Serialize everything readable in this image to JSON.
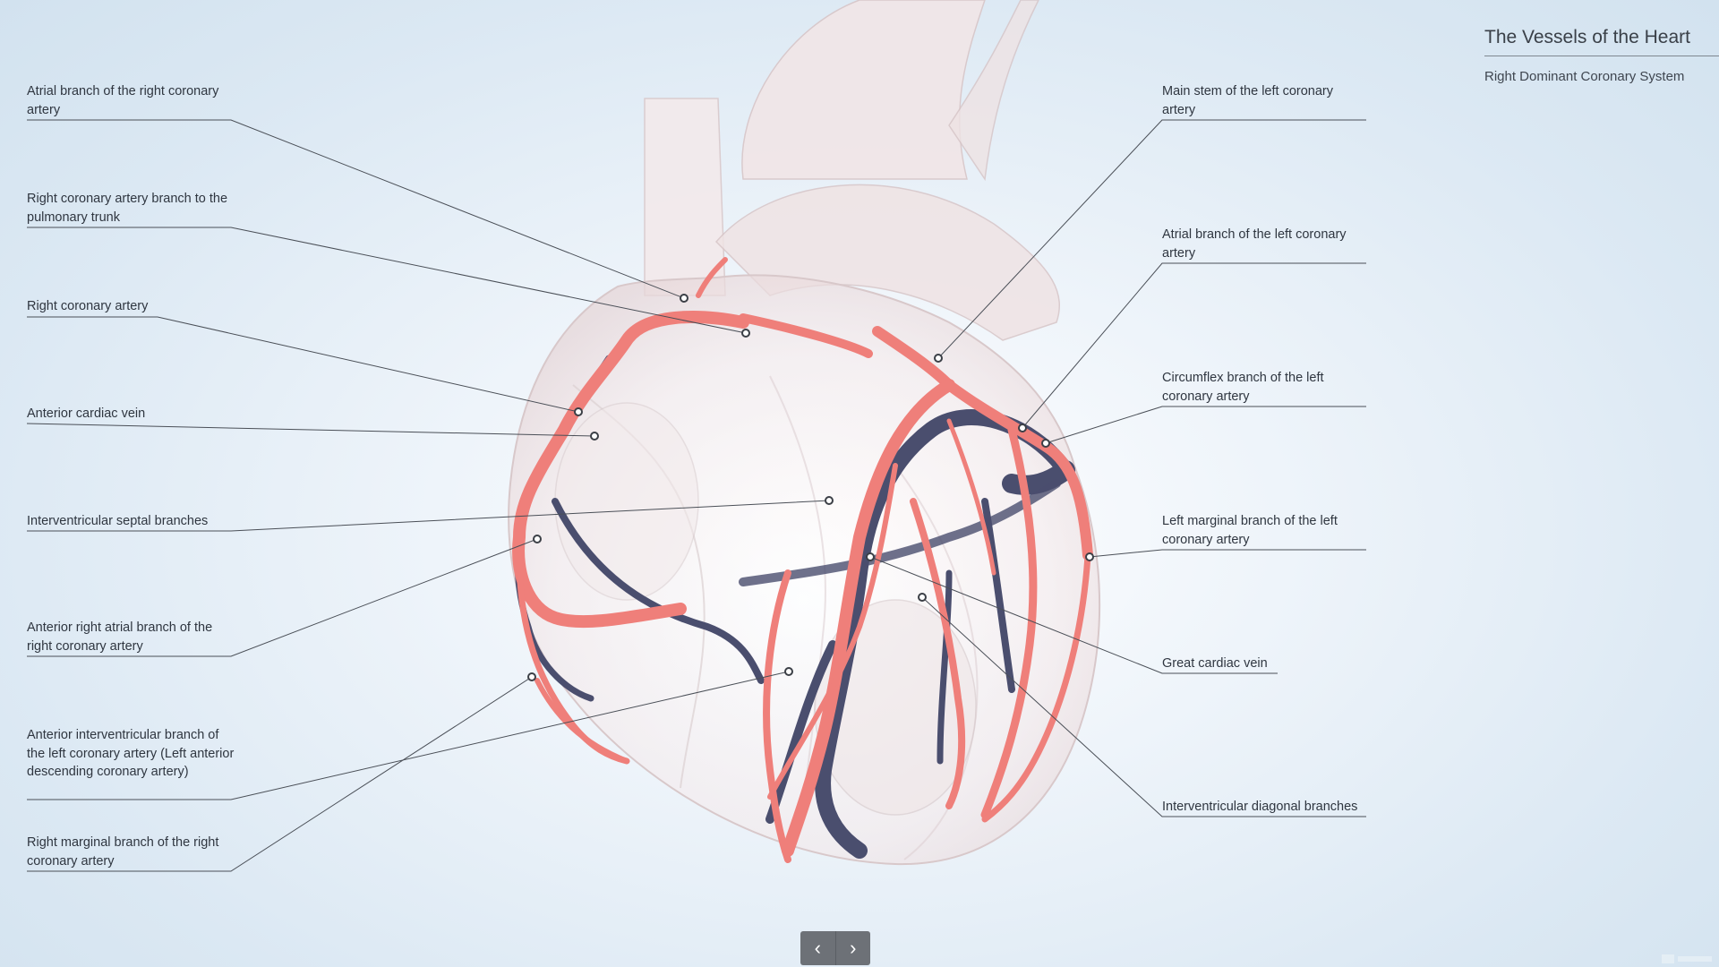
{
  "header": {
    "title": "The Vessels of the Heart",
    "subtitle": "Right Dominant Coronary System"
  },
  "labels_left": [
    "Atrial branch of the right coronary artery",
    "Right coronary artery branch to the pulmonary trunk",
    "Right coronary artery",
    "Anterior cardiac vein",
    "Interventricular septal branches",
    "Anterior right atrial branch of the right coronary artery",
    "Anterior interventricular branch of the left coronary artery (Left anterior descending coronary artery)",
    "Right marginal branch of the right coronary artery"
  ],
  "labels_right": [
    "Main stem of the left coronary artery",
    "Atrial branch of the left coronary artery",
    "Circumflex branch of the left coronary artery",
    "Left marginal branch of the left coronary artery",
    "Great cardiac vein",
    "Interventricular diagonal branches"
  ],
  "navigation": {
    "prev_icon": "chevron-left-icon",
    "next_icon": "chevron-right-icon"
  },
  "colors": {
    "artery": "#ef7f7a",
    "vein": "#4a4e6e",
    "nav": "#6d7177"
  }
}
